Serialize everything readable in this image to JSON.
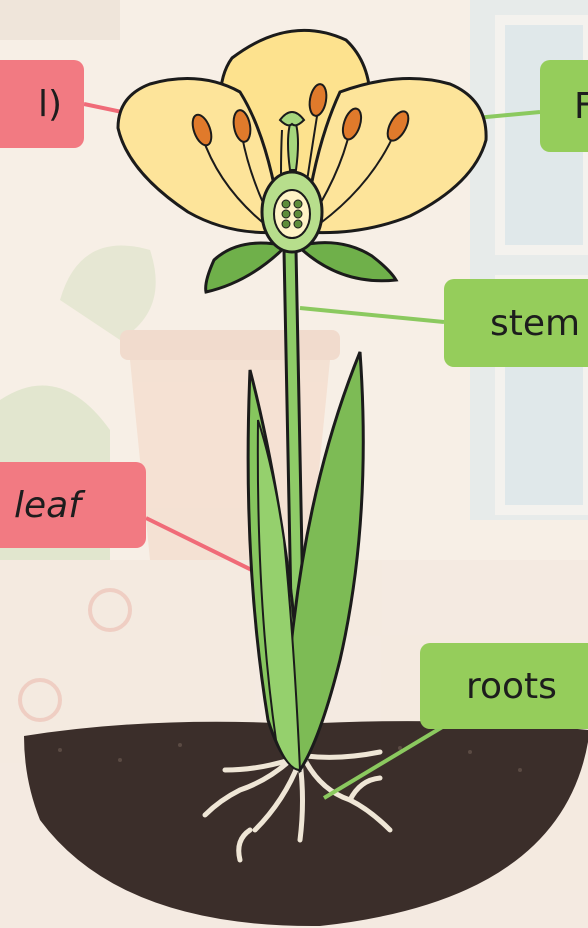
{
  "labels": {
    "petal": "l)",
    "flower": "F",
    "stem": "stem",
    "leaf": "leaf",
    "roots": "roots"
  },
  "colors": {
    "label_red": "#f27a82",
    "label_green": "#95cd5b",
    "petal_yellow": "#fde28e",
    "leaf_green": "#7fb856",
    "soil": "#3b2e2a"
  }
}
